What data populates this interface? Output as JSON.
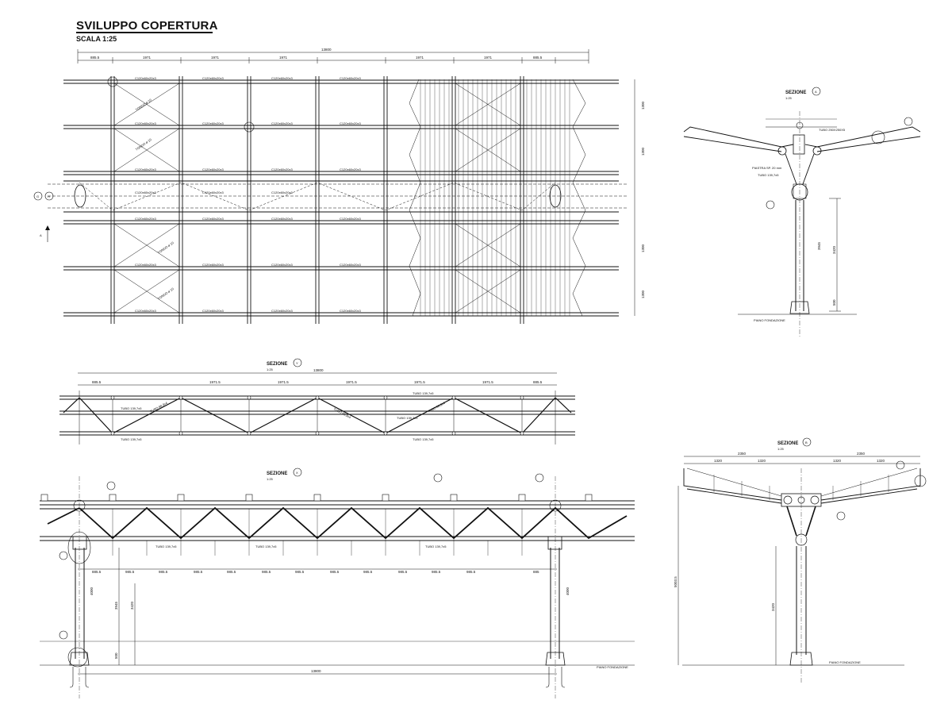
{
  "title": "SVILUPPO COPERTURA",
  "scale": "SCALA 1:25",
  "plan": {
    "total_dimension": "13800",
    "bay_dimensions": [
      "885.5",
      "1971",
      "1971",
      "1971",
      "1971",
      "1971",
      "885.5"
    ],
    "beam_label": "C120x60x20x3",
    "bracing_label": "TONDO ø 10",
    "side_dimensions": [
      "1300",
      "1300",
      "1300",
      "1300"
    ],
    "markers": [
      "G",
      "H",
      "A"
    ]
  },
  "section_a": {
    "label": "SEZIONE",
    "letter": "A",
    "scale": "1:25",
    "labels": [
      "TUBO 250X250X5",
      "PIASTRA SP. 20 mm",
      "TUBO 139,7x5",
      "PIANO FONDAZIONE"
    ],
    "dimensions": [
      "3945",
      "3420",
      "500"
    ]
  },
  "section_y": {
    "label": "SEZIONE",
    "letter": "Y",
    "scale": "1:25",
    "total_dimension": "13800",
    "bay_dimensions": [
      "885.5",
      "1971.5",
      "1971.5",
      "1971.5",
      "1971.5",
      "1971.5",
      "885.5"
    ],
    "pipe_label": "TUBO 139,7x5",
    "diag_label": "TUBO 88,9x4"
  },
  "section_x": {
    "label": "SEZIONE",
    "letter": "X",
    "scale": "1:25",
    "total_dimension": "13800",
    "panel_dimensions": [
      "885.5",
      "985.5",
      "985.5",
      "985.5",
      "985.5",
      "985.5",
      "985.5",
      "985.5",
      "985.5",
      "985.5",
      "985.5",
      "985.5",
      "885"
    ],
    "pipe_label": "TUBO 139,7x5",
    "ground_label": "PIANO FONDAZIONE",
    "heights": [
      "4000",
      "3945",
      "3420",
      "500"
    ]
  },
  "section_b": {
    "label": "SEZIONE",
    "letter": "B",
    "scale": "1:25",
    "top_dimensions": [
      "2350",
      "2350"
    ],
    "span_dimensions": [
      "1320",
      "1320",
      "1320",
      "1320"
    ],
    "heights": [
      "5003.5",
      "3420"
    ],
    "ground_label": "PIANO FONDAZIONE"
  }
}
